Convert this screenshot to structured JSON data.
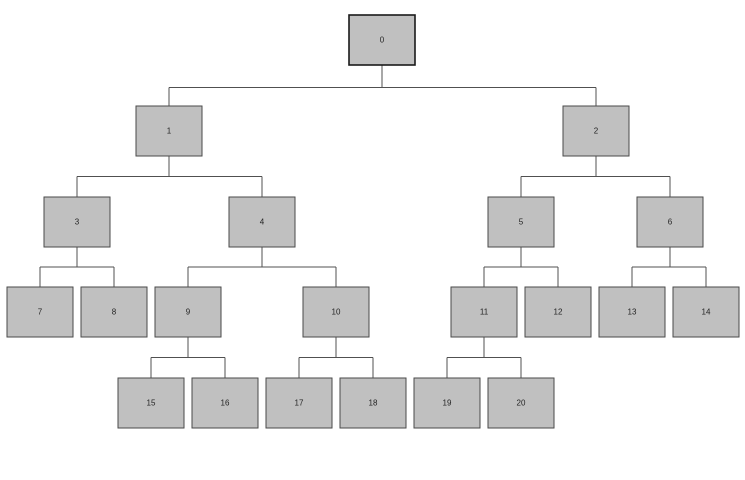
{
  "tree": {
    "nodes": [
      {
        "id": "0",
        "label": "0"
      },
      {
        "id": "1",
        "label": "1",
        "parent": "0"
      },
      {
        "id": "2",
        "label": "2",
        "parent": "0"
      },
      {
        "id": "3",
        "label": "3",
        "parent": "1"
      },
      {
        "id": "4",
        "label": "4",
        "parent": "1"
      },
      {
        "id": "5",
        "label": "5",
        "parent": "2"
      },
      {
        "id": "6",
        "label": "6",
        "parent": "2"
      },
      {
        "id": "7",
        "label": "7",
        "parent": "3"
      },
      {
        "id": "8",
        "label": "8",
        "parent": "3"
      },
      {
        "id": "9",
        "label": "9",
        "parent": "4"
      },
      {
        "id": "10",
        "label": "10",
        "parent": "4"
      },
      {
        "id": "11",
        "label": "11",
        "parent": "5"
      },
      {
        "id": "12",
        "label": "12",
        "parent": "5"
      },
      {
        "id": "13",
        "label": "13",
        "parent": "6"
      },
      {
        "id": "14",
        "label": "14",
        "parent": "6"
      },
      {
        "id": "15",
        "label": "15",
        "parent": "9"
      },
      {
        "id": "16",
        "label": "16",
        "parent": "9"
      },
      {
        "id": "17",
        "label": "17",
        "parent": "10"
      },
      {
        "id": "18",
        "label": "18",
        "parent": "10"
      },
      {
        "id": "19",
        "label": "19",
        "parent": "11"
      },
      {
        "id": "20",
        "label": "20",
        "parent": "11"
      }
    ]
  }
}
